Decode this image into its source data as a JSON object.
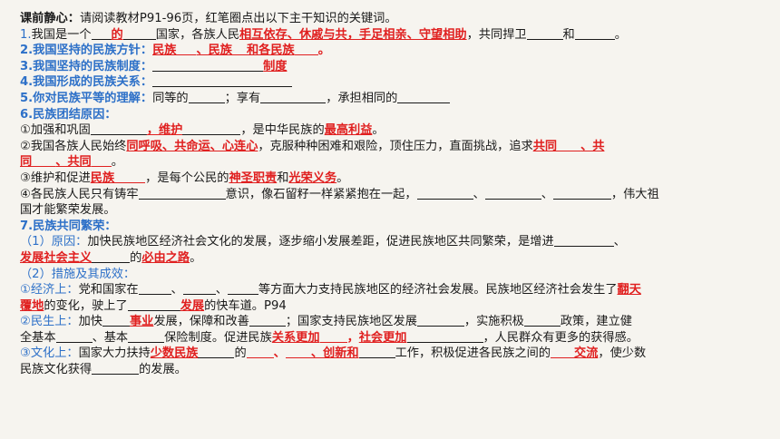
{
  "header": {
    "label": "课前静心：",
    "text": "请阅读教材P91-96页，红笔圈点出以下主干知识的关键词。"
  },
  "q1": {
    "num": "1.",
    "a": "我国是一个",
    "ans1": "的",
    "b": "国家，各族人民",
    "ans2": "相互依存、休戚与共，手足相亲、守望相助",
    "c": "，共同捍卫",
    "d": "和",
    "e": "。"
  },
  "q2": {
    "label": "2.我国坚持的民族方针：",
    "ans1": "民族",
    "ans2": "、民族",
    "ans3": "和各民族",
    "end": "。"
  },
  "q3": {
    "label": "3.我国坚持的民族制度：",
    "ans": "制度"
  },
  "q4": {
    "label": "4.我国形成的民族关系："
  },
  "q5": {
    "label": "5.你对民族平等的理解：",
    "a": "同等的",
    "b": "；享有",
    "c": "，承担相同的"
  },
  "q6": {
    "label": "6.民族团结原因：",
    "p1a": "①加强和巩固",
    "p1ans": "，维护",
    "p1b": "，是中华民族的",
    "p1ans2": "最高利益",
    "p1c": "。",
    "p2a": "②我国各族人民始终",
    "p2ans": "同呼吸、共命运、心连心",
    "p2b": "，克服种种困难和艰险，顶住压力，直面挑战，追求",
    "p2ans2": "共同",
    "p2ans3": "、共",
    "p2ans4": "同",
    "p2ans5": "、共同",
    "p2end": "。",
    "p3a": "③维护和促进",
    "p3ans": "民族",
    "p3b": "，是每个公民的",
    "p3ans2": "神圣职责",
    "p3c": "和",
    "p3ans3": "光荣义务",
    "p3d": "。",
    "p4a": "④各民族人民只有铸牢",
    "p4b": "意识，像石留籽一样紧紧抱在一起，",
    "p4c": "、",
    "p4d": "，伟大祖",
    "p4e": "国才能繁荣发展。"
  },
  "q7": {
    "label": "7.民族共同繁荣：",
    "s1label": "（1）原因：",
    "s1a": "加快民族地区经济社会文化的发展，逐步缩小发展差距，促进民族地区共同繁荣，是增进",
    "s1b": "、",
    "s1ans": "发展社会主义",
    "s1c": "的",
    "s1ans2": "必由之路",
    "s1d": "。",
    "s2label": "（2）措施及其成效：",
    "e1label": "①经济上：",
    "e1a": "党和国家在",
    "e1b": "、",
    "e1c": "、",
    "e1d": "等方面大力支持民族地区的经济社会发展。民族地区经济社会发生了",
    "e1ans": "翻天",
    "e1ans2": "覆地",
    "e1e": "的变化，驶上了",
    "e1ans3": "发展",
    "e1f": "的快车道。P94",
    "m1label": "②民生上：",
    "m1a": "加快",
    "m1ans": "事业",
    "m1b": "发展，保障和改善",
    "m1c": "；国家支持民族地区发展",
    "m1d": "，实施积极",
    "m1e": "政策，建立健",
    "m1f": "全基本",
    "m1g": "、基本",
    "m1h": "保险制度。促进民族",
    "m1ans2": "关系更加",
    "m1i": "，",
    "m1ans3": "社会更加",
    "m1j": "，人民群众有更多的获得感。",
    "c1label": "③文化上：",
    "c1a": "国家大力扶持",
    "c1ans": "少数民族",
    "c1b": "的",
    "c1c": "、",
    "c1ans2": "、创新和",
    "c1d": "工作，积极促进各民族之间的",
    "c1ans3": "交流",
    "c1e": "，使少数",
    "c1f": "民族文化获得",
    "c1g": "的发展。"
  }
}
